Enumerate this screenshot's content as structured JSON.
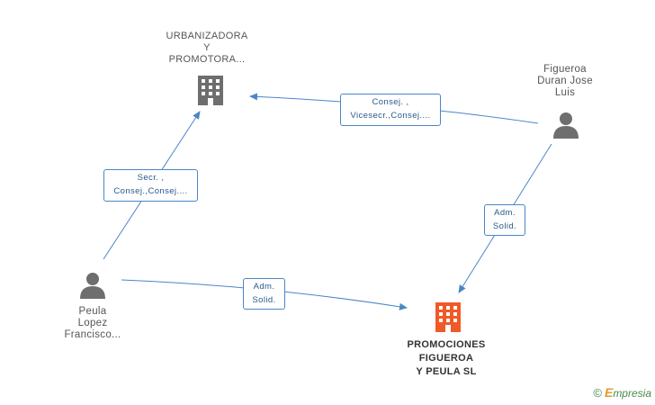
{
  "nodes": {
    "urbanizadora": {
      "lines": [
        "URBANIZADORA",
        "Y",
        "PROMOTORA..."
      ]
    },
    "figueroa": {
      "lines": [
        "Figueroa",
        "Duran Jose",
        "Luis"
      ]
    },
    "peula": {
      "lines": [
        "Peula",
        "Lopez",
        "Francisco..."
      ]
    },
    "promociones": {
      "lines": [
        "PROMOCIONES",
        "FIGUEROA",
        "Y PEULA SL"
      ]
    }
  },
  "edges": {
    "figueroa_to_urbanizadora": {
      "lines": [
        "Consej. ,",
        "Vicesecr.,Consej...."
      ]
    },
    "peula_to_urbanizadora": {
      "lines": [
        "Secr. ,",
        "Consej.,Consej...."
      ]
    },
    "figueroa_to_promociones": {
      "lines": [
        "Adm.",
        "Solid."
      ]
    },
    "peula_to_promociones": {
      "lines": [
        "Adm.",
        "Solid."
      ]
    }
  },
  "colors": {
    "edge": "#4a86c8",
    "company_icon": "#6e6e6e",
    "main_icon": "#f05a28",
    "person_icon": "#6e6e6e"
  },
  "brand": {
    "copyright": "©",
    "initial": "E",
    "rest": "mpresia"
  }
}
